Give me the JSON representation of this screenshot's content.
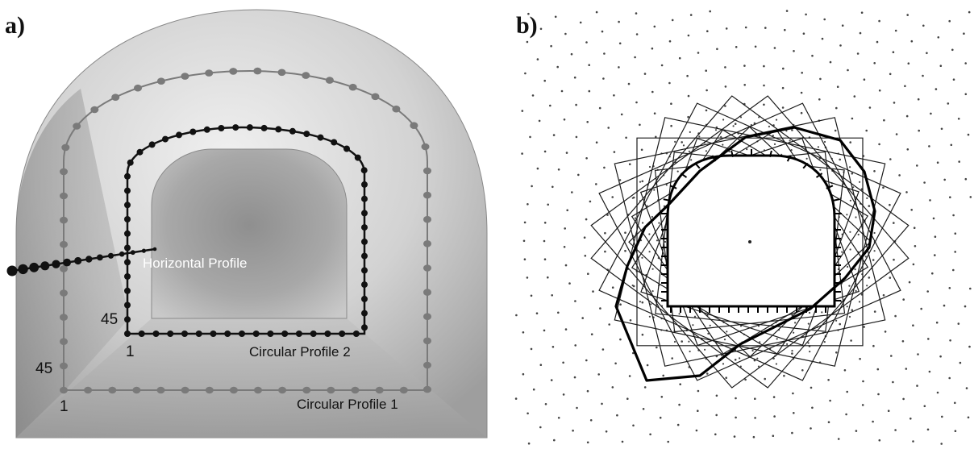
{
  "panel_a": {
    "label": "a)",
    "labels": {
      "horizontal_profile": "Horizontal Profile",
      "circular_profile_2": "Circular Profile 2",
      "circular_profile_1": "Circular Profile 1",
      "profile2_start": "1",
      "profile2_end": "45",
      "profile1_start": "1",
      "profile1_end": "45"
    }
  },
  "panel_b": {
    "label": "b)"
  },
  "colors": {
    "profile1_points": "#7a7a7a",
    "profile2_points": "#111111",
    "horizontal_profile_points": "#111111",
    "mesh_lines": "#1a1a1a",
    "grid_dots": "#444444"
  }
}
